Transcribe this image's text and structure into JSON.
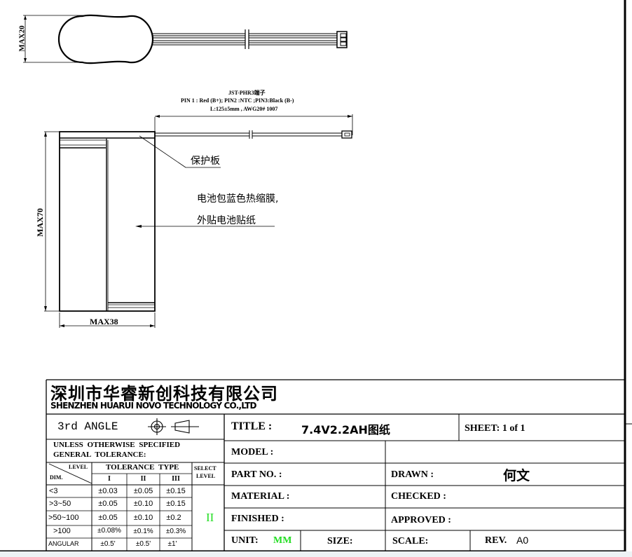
{
  "top_view": {
    "dimension_label": "MAX20"
  },
  "side_view": {
    "connector_title": "JST-PHR3端子",
    "pin_spec": "PIN 1 : Red (B+); PIN2 :NTC ;PIN3:Black (B-)",
    "wire_spec": "L:125±5mm , AWG20# 1007",
    "pcb_label": "保护板",
    "wrap_note_line1": "电池包蓝色热缩膜,",
    "wrap_note_line2": "外贴电池贴纸",
    "height_label": "MAX70",
    "width_label": "MAX38"
  },
  "title_block": {
    "company_cn": "深圳市华睿新创科技有限公司",
    "company_en": "SHENZHEN HUARUI NOVO TECHNOLOGY CO.,LTD",
    "projection": "3rd ANGLE",
    "title_label": "TITLE :",
    "title_value": "7.4V2.2AH图纸",
    "sheet": "SHEET: 1 of 1",
    "model_label": "MODEL :",
    "part_no_label": "PART NO. :",
    "drawn_label": "DRAWN :",
    "drawn_value": "何文",
    "material_label": "MATERIAL :",
    "checked_label": "CHECKED :",
    "finished_label": "FINISHED :",
    "approved_label": "APPROVED :",
    "unit_label": "UNIT:",
    "unit_value": "MM",
    "size_label": "SIZE:",
    "scale_label": "SCALE:",
    "rev_label": "REV.",
    "rev_value": "A0",
    "accent_color": "#22dd22"
  },
  "tolerance": {
    "note_line1": "UNLESS OTHERWISE SPECIFIED",
    "note_line2": "GENERAL TOLERANCE:",
    "header_level": "LEVEL",
    "header_dim": "DIM.",
    "header_type": "TOLERANCE TYPE",
    "header_select": "SELECT",
    "header_select2": "LEVEL",
    "cols": [
      "I",
      "II",
      "III"
    ],
    "rows": [
      {
        "dim": "<3",
        "values": [
          "±0.03",
          "±0.05",
          "±0.15"
        ]
      },
      {
        "dim": ">3~50",
        "values": [
          "±0.05",
          "±0.10",
          "±0.15"
        ]
      },
      {
        "dim": ">50~100",
        "values": [
          "±0.05",
          "±0.10",
          "±0.2"
        ]
      },
      {
        "dim": ">100",
        "values": [
          "±0.08%",
          "±0.1%",
          "±0.3%"
        ]
      },
      {
        "dim": "ANGULAR",
        "values": [
          "±0.5'",
          "±0.5'",
          "±1'"
        ]
      }
    ],
    "selected_level": "II"
  }
}
